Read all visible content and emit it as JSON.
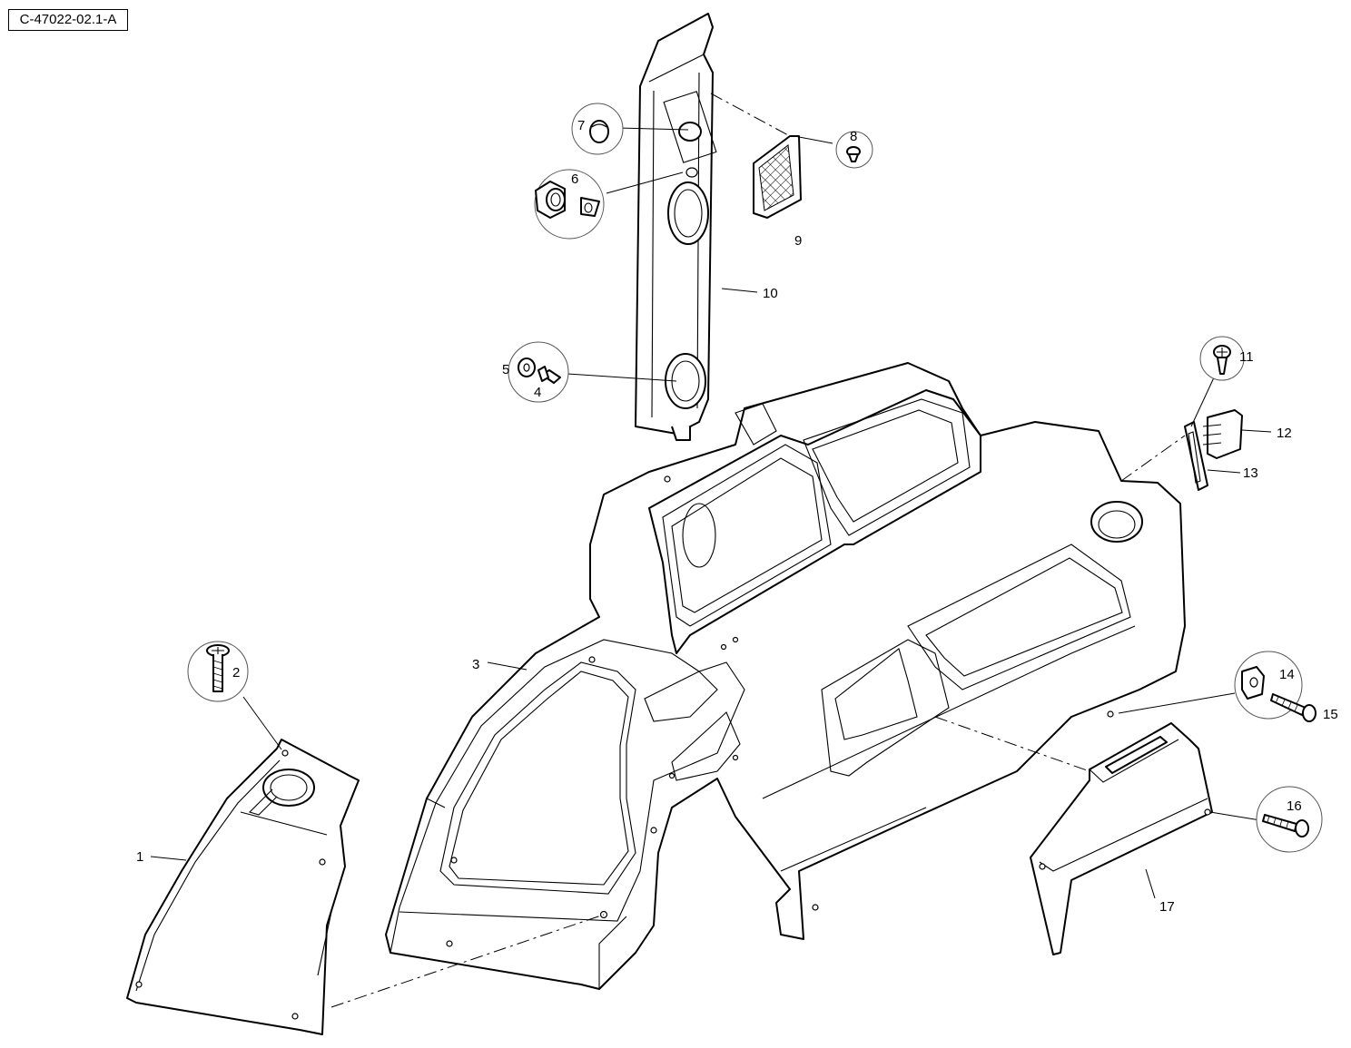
{
  "diagram_id": "C-47022-02.1-A",
  "callouts": [
    "1",
    "2",
    "3",
    "4",
    "5",
    "6",
    "7",
    "8",
    "9",
    "10",
    "11",
    "12",
    "13",
    "14",
    "15",
    "16",
    "17"
  ]
}
